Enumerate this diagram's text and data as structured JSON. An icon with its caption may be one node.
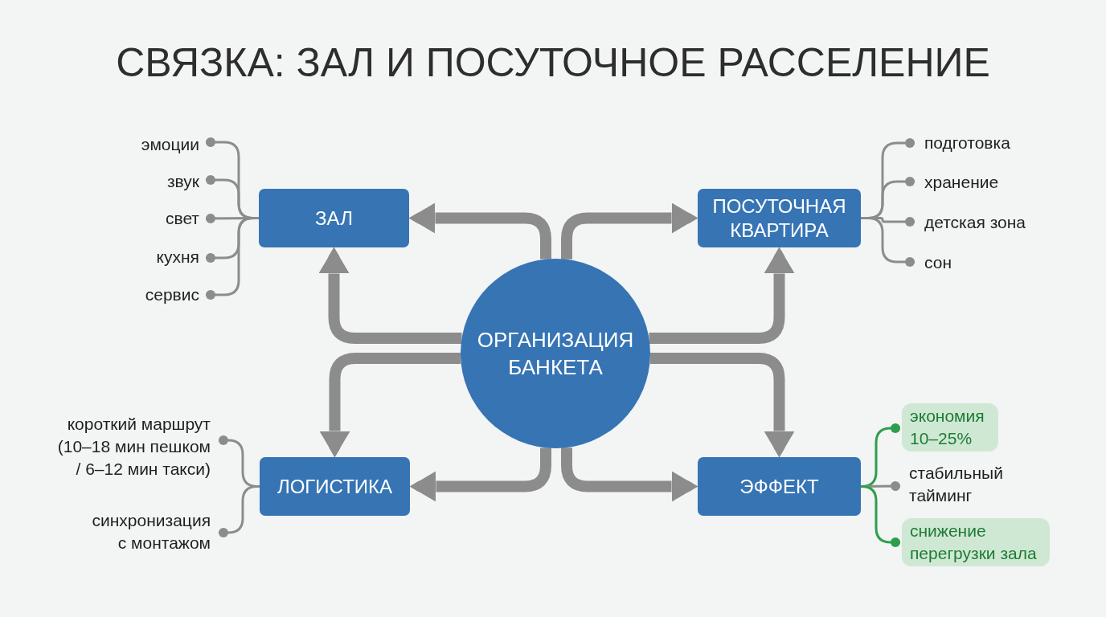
{
  "diagram": {
    "title": "СВЯЗКА: ЗАЛ И ПОСУТОЧНОЕ РАССЕЛЕНИЕ",
    "nodes": [
      {
        "text": [
          "ОРГАНИЗАЦИЯ БАНКЕТА"
        ]
      },
      {
        "text": [
          "ЗАЛ"
        ]
      },
      {
        "text": [
          "ПОСУТОЧНАЯ КВАРТИРА"
        ]
      },
      {
        "text": [
          "ЛОГИСТИКА"
        ]
      },
      {
        "text": [
          "ЭФФЕКТ"
        ]
      },
      {
        "text": [
          "эмоции"
        ]
      },
      {
        "text": [
          "звук"
        ]
      },
      {
        "text": [
          "свет"
        ]
      },
      {
        "text": [
          "кухня"
        ]
      },
      {
        "text": [
          "сервис"
        ]
      },
      {
        "text": [
          "подготовка"
        ]
      },
      {
        "text": [
          "хранение"
        ]
      },
      {
        "text": [
          "детская зона"
        ]
      },
      {
        "text": [
          "сон"
        ]
      },
      {
        "text": [
          "короткий маршрут (10–18 мин пешком / 6–12 мин такси)"
        ]
      },
      {
        "text": [
          "синхронизация с монтажом"
        ]
      },
      {
        "text": [
          "экономия 10–25%"
        ]
      },
      {
        "text": [
          "стабильный тайминг"
        ]
      },
      {
        "text": [
          "снижение перегрузки зала"
        ]
      }
    ],
    "edges": [
      {
        "from": 0,
        "to": 1,
        "arrow": "to",
        "style": "thick"
      },
      {
        "from": 0,
        "to": 2,
        "arrow": "to",
        "style": "thick"
      },
      {
        "from": 0,
        "to": 1,
        "arrow": "to",
        "style": "thick"
      },
      {
        "from": 0,
        "to": 3,
        "arrow": "to",
        "style": "thick"
      },
      {
        "from": 0,
        "to": 2,
        "arrow": "to",
        "style": "thick"
      },
      {
        "from": 0,
        "to": 4,
        "arrow": "to",
        "style": "thick"
      },
      {
        "from": 0,
        "to": 3,
        "arrow": "to",
        "style": "thick"
      },
      {
        "from": 0,
        "to": 4,
        "arrow": "to",
        "style": "thick"
      },
      {
        "from": 1,
        "to": 5,
        "arrow": "other"
      },
      {
        "from": 1,
        "to": 6,
        "arrow": "other"
      },
      {
        "from": 1,
        "to": 7,
        "arrow": "other"
      },
      {
        "from": 1,
        "to": 8,
        "arrow": "other"
      },
      {
        "from": 1,
        "to": 9,
        "arrow": "other"
      },
      {
        "from": 2,
        "to": 10,
        "arrow": "other"
      },
      {
        "from": 2,
        "to": 11,
        "arrow": "other"
      },
      {
        "from": 2,
        "to": 12,
        "arrow": "other"
      },
      {
        "from": 2,
        "to": 13,
        "arrow": "other"
      },
      {
        "from": 3,
        "to": 14,
        "arrow": "other"
      },
      {
        "from": 3,
        "to": 15,
        "arrow": "other"
      },
      {
        "from": 4,
        "to": 16,
        "arrow": "other",
        "color": "#2e9e4a"
      },
      {
        "from": 4,
        "to": 17,
        "arrow": "other"
      },
      {
        "from": 4,
        "to": 18,
        "arrow": "other",
        "color": "#2e9e4a"
      }
    ]
  }
}
